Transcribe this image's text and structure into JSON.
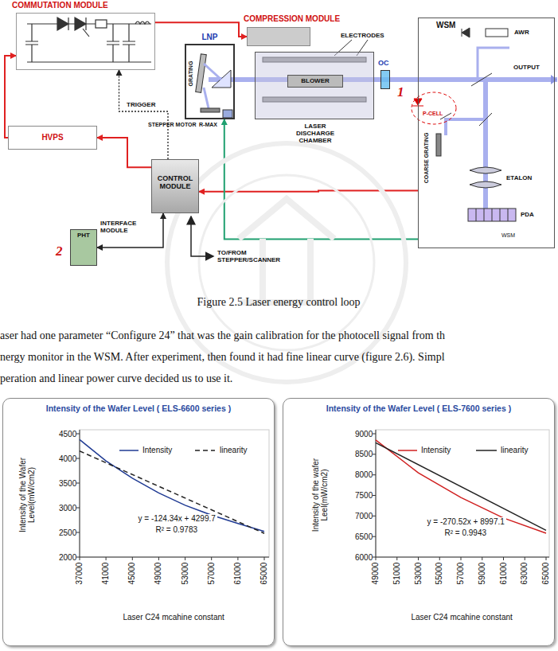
{
  "diagram": {
    "caption": "Figure 2.5 Laser energy control loop",
    "nodes": [
      {
        "text": [
          "COMMUTATION MODULE"
        ]
      },
      {
        "text": [
          "COMPRESSION MODULE"
        ]
      },
      {
        "text": [
          "LNP"
        ]
      },
      {
        "text": [
          "LASER DISCHARGE CHAMBER"
        ]
      },
      {
        "text": [
          "BLOWER"
        ],
        "in": 3
      },
      {
        "text": [
          "OC"
        ]
      },
      {
        "text": [
          "WSM"
        ]
      },
      {
        "text": [
          "HVPS"
        ]
      },
      {
        "text": [
          "CONTROL MODULE"
        ]
      },
      {
        "text": [
          "PHT"
        ]
      },
      {
        "text": [
          "Intensity of the Wafer Level ( ELS-6600 series )"
        ]
      },
      {
        "text": [
          "Intensity of the Wafer Level ( ELS-7600 series )"
        ]
      }
    ],
    "edges": [
      {
        "from": 8,
        "to": 7,
        "arrow": "to"
      },
      {
        "from": 7,
        "to": 0,
        "arrow": "to"
      },
      {
        "from": 0,
        "to": 1,
        "arrow": "to"
      },
      {
        "from": 8,
        "to": 0,
        "label": "TRIGGER",
        "arrow": "to"
      },
      {
        "from": 6,
        "to": 8,
        "arrow": "to"
      },
      {
        "from": 6,
        "to": 2,
        "arrow": "to"
      },
      {
        "from": 9,
        "to": 8,
        "arrow": "both"
      }
    ],
    "labels": [
      "ELECTRODES",
      "GRATING",
      "STEPPER MOTOR",
      "R-MAX",
      "AWR",
      "OUTPUT",
      "1",
      "P-CELL",
      "COARSE GRATING",
      "ETALON",
      "PDA",
      "WSM",
      "2",
      "INTERFACE MODULE",
      "TO/FROM STEPPER/SCANNER",
      "aser had one parameter “Configure 24” that was the gain calibration for the photocell signal from th",
      "nergy monitor in the WSM. After experiment, then found it had fine linear curve (figure 2.6). Simpl",
      "peration and linear power curve decided us to use it.",
      "4500",
      "4000",
      "3500",
      "3000",
      "2500",
      "2000",
      "37000",
      "41000",
      "45000",
      "49000",
      "53000",
      "57000",
      "61000",
      "65000",
      "Intensity of the Wafer Level(mW/cm2)",
      "Laser C24 mcahine constant",
      "y = -124.34x + 4299.7",
      "R² = 0.9783",
      "9000",
      "8500",
      "8000",
      "7500",
      "7000",
      "6500",
      "6000",
      "49000",
      "51000",
      "53000",
      "55000",
      "57000",
      "59000",
      "61000",
      "63000",
      "65000",
      "Intensity of the wafer Leel(mW/cm2)",
      "Laser C24 mcahine constant",
      "y = -270.52x + 8997.1",
      "R² = 0.9943"
    ],
    "legend": [
      {
        "text": "Intensity"
      },
      {
        "text": "linearity"
      },
      {
        "text": "Intensity"
      },
      {
        "text": "linearity"
      }
    ]
  }
}
